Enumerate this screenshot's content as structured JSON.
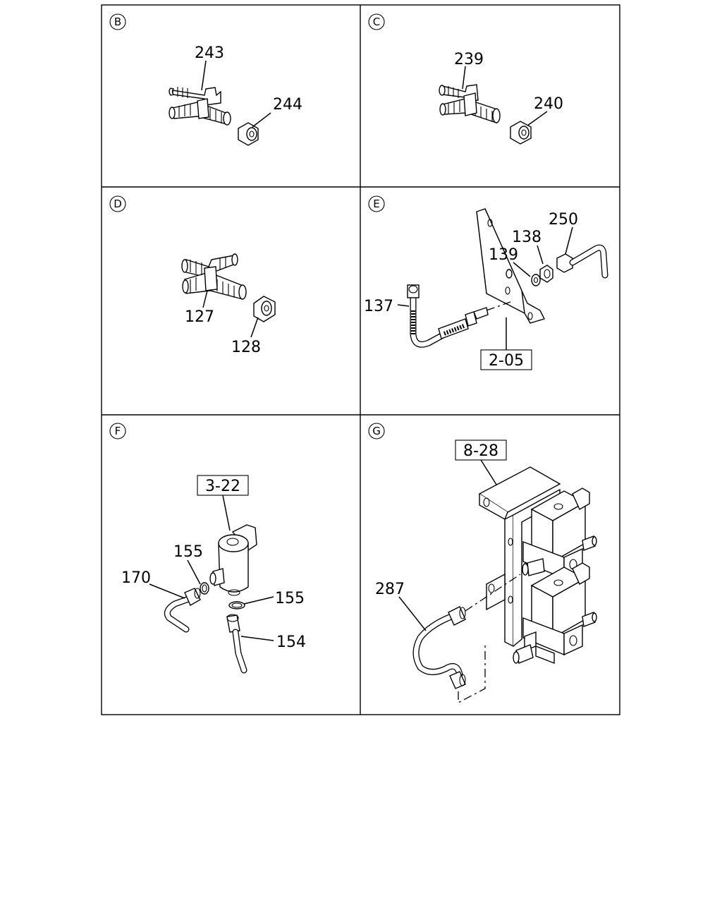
{
  "panels": [
    {
      "key": "B",
      "parts": [
        "243",
        "244"
      ]
    },
    {
      "key": "C",
      "parts": [
        "239",
        "240"
      ]
    },
    {
      "key": "D",
      "parts": [
        "127",
        "128"
      ]
    },
    {
      "key": "E",
      "parts": [
        "250",
        "138",
        "139",
        "137"
      ],
      "ref": "2-05"
    },
    {
      "key": "F",
      "parts": [
        "155",
        "170",
        "155",
        "154"
      ],
      "ref": "3-22"
    },
    {
      "key": "G",
      "parts": [
        "287"
      ],
      "ref": "8-28"
    }
  ]
}
